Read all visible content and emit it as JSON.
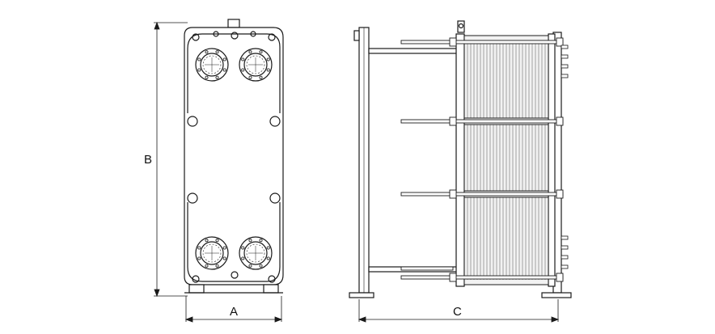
{
  "dimensions": {
    "width_label": "A",
    "height_label": "B",
    "length_label": "C"
  },
  "colors": {
    "line": "#1a1a1a",
    "plate_fill": "#f2f2f2",
    "plate_stroke": "#6a6a6a",
    "background": "#ffffff"
  }
}
